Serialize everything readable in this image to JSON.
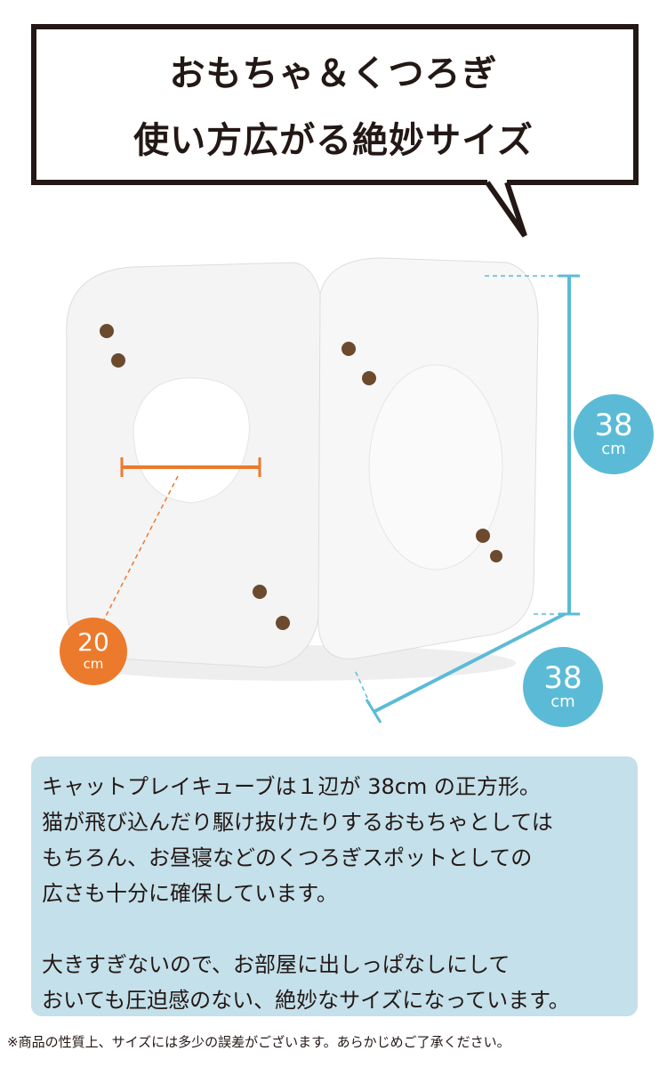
{
  "heading": {
    "line1": "おもちゃ＆くつろぎ",
    "line2": "使い方広がる絶妙サイズ"
  },
  "dimensions": {
    "height": {
      "value": "38",
      "unit": "cm"
    },
    "depth": {
      "value": "38",
      "unit": "cm"
    },
    "hole": {
      "value": "20",
      "unit": "cm"
    }
  },
  "colors": {
    "blue": "#5bbbd6",
    "orange": "#ec7a2c",
    "box": "#c4e0ea"
  },
  "description": {
    "lines": [
      "キャットプレイキューブは１辺が 38cm の正方形。",
      "猫が飛び込んだり駆け抜けたりするおもちゃとしては",
      "もちろん、お昼寝などのくつろぎスポットとしての",
      "広さも十分に確保しています。",
      "大きすぎないので、お部屋に出しっぱなしにして",
      "おいても圧迫感のない、絶妙なサイズになっています。"
    ]
  },
  "footnote": "※商品の性質上、サイズには多少の誤差がございます。あらかじめご了承ください。"
}
